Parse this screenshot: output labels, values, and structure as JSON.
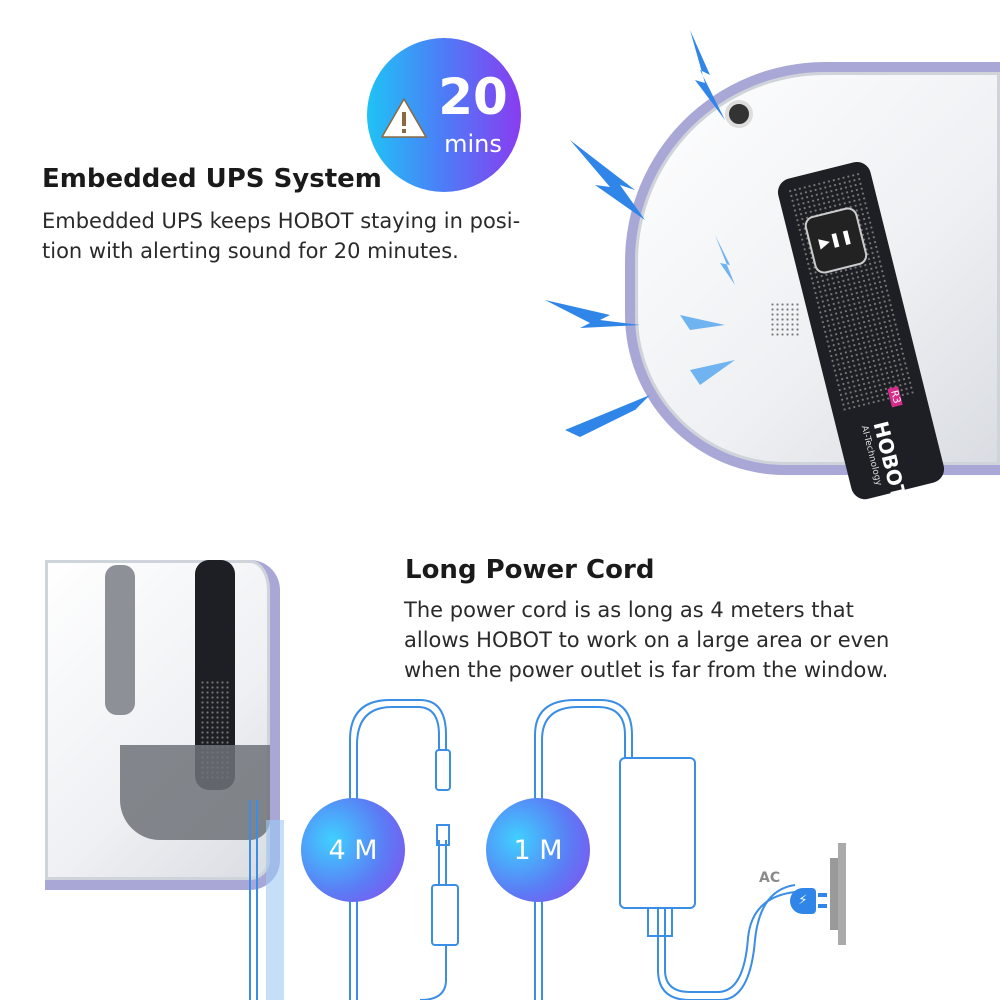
{
  "ups_section": {
    "title": "Embedded UPS System",
    "description": "Embedded UPS keeps HOBOT staying in posi-tion with alerting sound for 20 minutes.",
    "line1": "Embedded UPS keeps HOBOT staying in posi-",
    "line2": "tion with alerting sound for 20 minutes.",
    "badge": {
      "value": "20",
      "unit": "mins",
      "icon": "warning-triangle-icon"
    }
  },
  "product": {
    "brand": "HOBOT",
    "model": "R3",
    "tagline": "AI-Technology"
  },
  "cord_section": {
    "title": "Long Power Cord",
    "line1": "The power cord is as long as 4 meters that",
    "line2": "allows HOBOT to work on a large area or even",
    "line3": "when the power outlet is far from the window.",
    "segment1": "4 M",
    "segment2": "1 M",
    "outlet_label": "AC"
  },
  "colors": {
    "accent_blue": "#2f86e8",
    "gradient_start": "#1fc3f5",
    "gradient_end": "#8a3cf0",
    "mop": "#a9a7d6"
  }
}
